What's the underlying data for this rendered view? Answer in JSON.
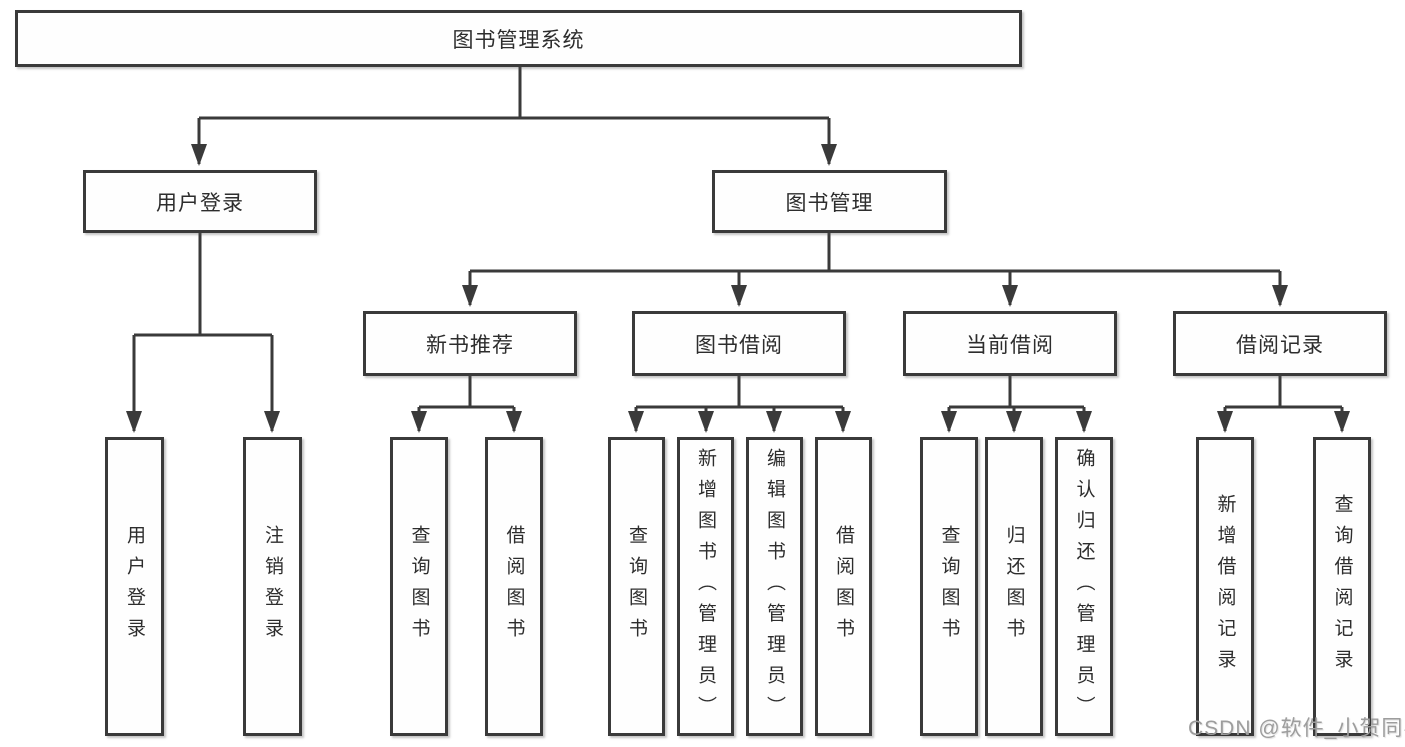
{
  "diagram": {
    "title": "图书管理系统",
    "root": "图书管理系统",
    "level2": {
      "user_login": "用户登录",
      "book_management": "图书管理"
    },
    "level3": {
      "new_books": "新书推荐",
      "borrowing": "图书借阅",
      "current": "当前借阅",
      "records": "借阅记录"
    },
    "leaves": {
      "user_login": [
        "用户登录",
        "注销登录"
      ],
      "new_books": [
        "查询图书",
        "借阅图书"
      ],
      "borrowing": [
        "查询图书",
        "新增图书（管理员）",
        "编辑图书（管理员）",
        "借阅图书"
      ],
      "current": [
        "查询图书",
        "归还图书",
        "确认归还（管理员）"
      ],
      "records": [
        "新增借阅记录",
        "查询借阅记录"
      ]
    }
  },
  "colors": {
    "line": "#3a3a3a",
    "box_border": "#3a3a3a",
    "text": "#2d2d2d",
    "watermark": "#9d9d9d",
    "background": "#ffffff"
  },
  "watermark": "CSDN @软件_小贺同学"
}
